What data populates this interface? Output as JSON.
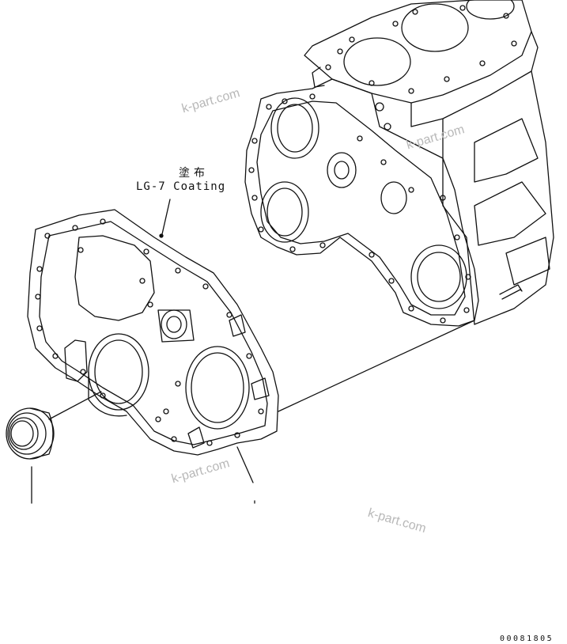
{
  "note": {
    "jp": "塗布",
    "en": "LG-7 Coating"
  },
  "watermarks": [
    "k-part.com",
    "k-part.com",
    "k-part.com",
    "k-part.com"
  ],
  "drawing_code": "00081805",
  "colors": {
    "line": "#111111",
    "watermark": "#b8b8b8"
  }
}
